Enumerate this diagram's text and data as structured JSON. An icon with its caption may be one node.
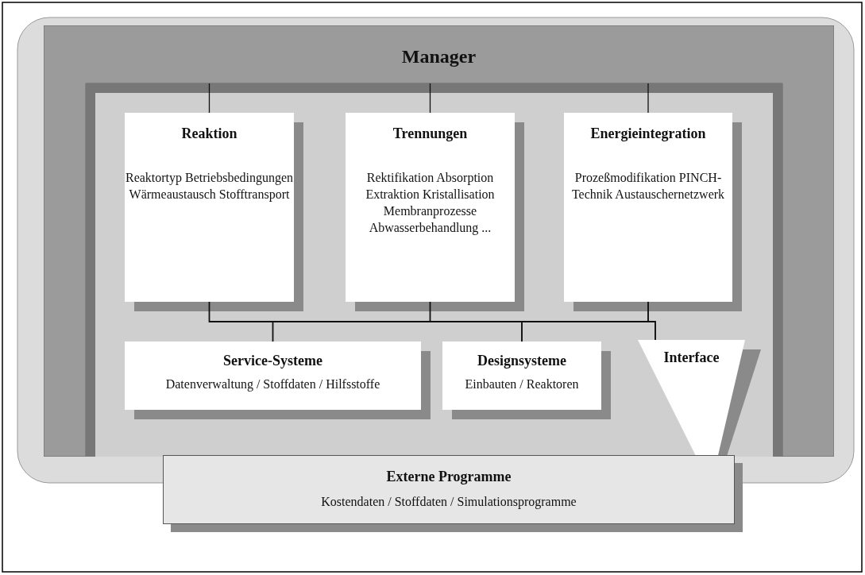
{
  "diagram": {
    "nodes": [
      {
        "text": [
          "Manager"
        ]
      },
      {
        "text": [
          "Reaktion",
          "Reaktortyp Betriebsbedingungen Wärmeaustausch Stofftransport"
        ]
      },
      {
        "text": [
          "Trennungen",
          "Rektifikation Absorption Extraktion Kristallisation Membranprozesse Abwasserbehandlung ..."
        ]
      },
      {
        "text": [
          "Energieintegration",
          "Prozeßmodifikation PINCH-Technik Austauschernetzwerk"
        ]
      },
      {
        "text": [
          "Service-Systeme",
          "Datenverwaltung / Stoffdaten / Hilfsstoffe"
        ]
      },
      {
        "text": [
          "Designsysteme",
          "Einbauten / Reaktoren"
        ]
      },
      {
        "text": [
          "Interface"
        ]
      },
      {
        "text": [
          "Externe Programme",
          "Kostendaten / Stoffdaten / Simulationsprogramme"
        ]
      }
    ],
    "edges": [
      {
        "from": 0,
        "to": 1,
        "arrow": "none"
      },
      {
        "from": 0,
        "to": 2,
        "arrow": "none"
      },
      {
        "from": 0,
        "to": 3,
        "arrow": "none"
      },
      {
        "from": 1,
        "to": 4,
        "arrow": "none"
      },
      {
        "from": 1,
        "to": 5,
        "arrow": "none"
      },
      {
        "from": 1,
        "to": 6,
        "arrow": "none"
      },
      {
        "from": 2,
        "to": 4,
        "arrow": "none"
      },
      {
        "from": 2,
        "to": 5,
        "arrow": "none"
      },
      {
        "from": 2,
        "to": 6,
        "arrow": "none"
      },
      {
        "from": 3,
        "to": 4,
        "arrow": "none"
      },
      {
        "from": 3,
        "to": 5,
        "arrow": "none"
      },
      {
        "from": 3,
        "to": 6,
        "arrow": "none"
      }
    ]
  }
}
